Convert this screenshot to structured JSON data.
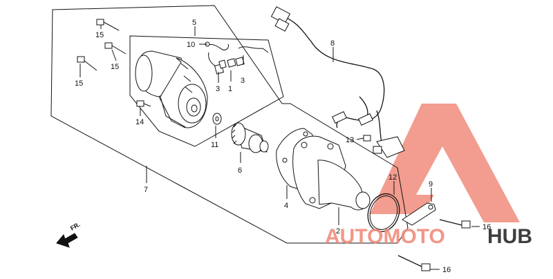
{
  "callouts": [
    {
      "label": "1"
    },
    {
      "label": "2"
    },
    {
      "label": "3"
    },
    {
      "label": "3"
    },
    {
      "label": "4"
    },
    {
      "label": "5"
    },
    {
      "label": "6"
    },
    {
      "label": "7"
    },
    {
      "label": "8"
    },
    {
      "label": "9"
    },
    {
      "label": "10"
    },
    {
      "label": "11"
    },
    {
      "label": "12"
    },
    {
      "label": "13"
    },
    {
      "label": "14"
    },
    {
      "label": "15"
    },
    {
      "label": "15"
    },
    {
      "label": "15"
    },
    {
      "label": "16"
    },
    {
      "label": "16"
    }
  ],
  "direction_label": "FR.",
  "watermark": {
    "part1": "AUTOMOTO",
    "part2": "HUB",
    "color_primary": "#f08c7c",
    "color_secondary": "#2b2b2b"
  }
}
